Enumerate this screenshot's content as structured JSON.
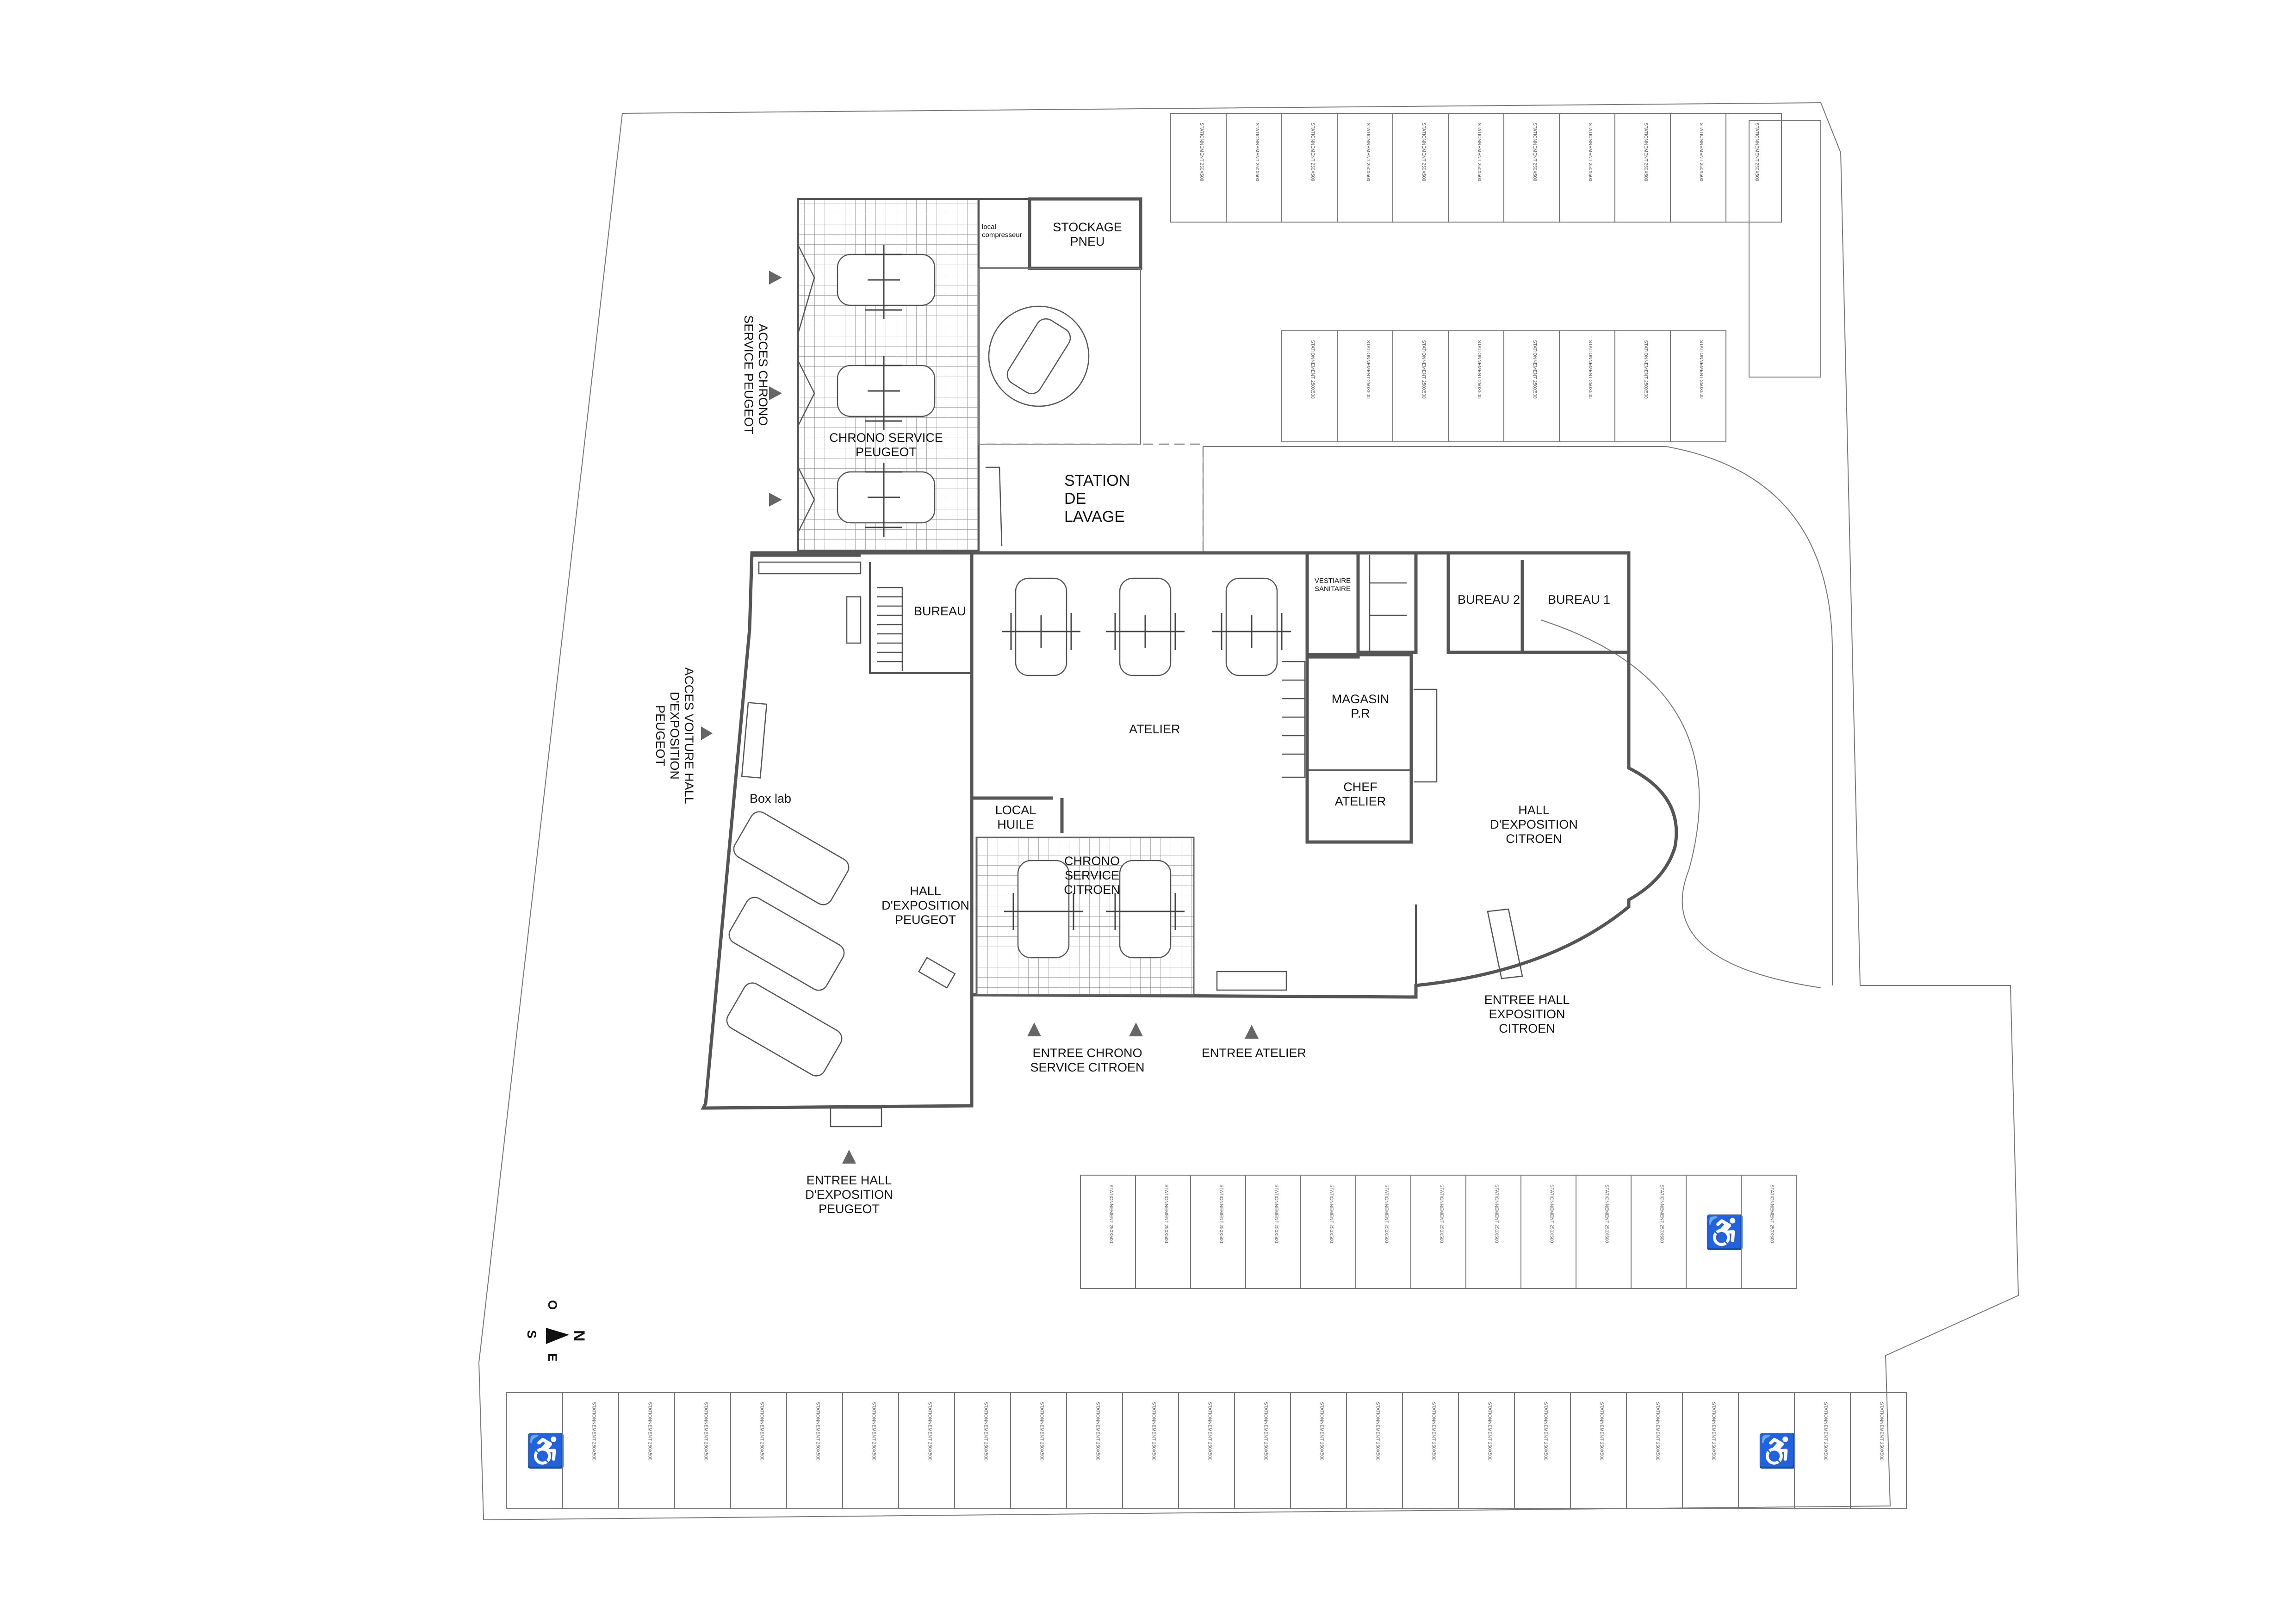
{
  "plan": {
    "rooms": {
      "stockage_pneu": "STOCKAGE\nPNEU",
      "local_compresseur": "local\ncompresseur",
      "chrono_peugeot": "CHRONO SERVICE\nPEUGEOT",
      "station_lavage": "STATION\nDE\nLAVAGE",
      "bureau": "BUREAU",
      "atelier": "ATELIER",
      "vestiaire": "VESTIAIRE\nSANITAIRE",
      "bureau2": "BUREAU 2",
      "bureau1": "BUREAU 1",
      "magasin": "MAGASIN\nP.R",
      "chef_atelier": "CHEF\nATELIER",
      "hall_citroen": "HALL\nD'EXPOSITION\nCITROEN",
      "local_huile": "LOCAL\nHUILE",
      "chrono_citroen": "CHRONO\nSERVICE\nCITROEN",
      "box_lab": "Box lab",
      "hall_peugeot": "HALL\nD'EXPOSITION\nPEUGEOT"
    },
    "access": {
      "acces_chrono_peugeot": "ACCES CHRONO\nSERVICE PEUGEOT",
      "acces_voiture_hall": "ACCES VOITURE HALL\nD'EXPOSITION\nPEUGEOT",
      "entree_chrono_citroen": "ENTREE CHRONO\nSERVICE CITROEN",
      "entree_atelier": "ENTREE ATELIER",
      "entree_hall_citroen": "ENTREE HALL\nEXPOSITION\nCITROEN",
      "entree_hall_peugeot": "ENTREE HALL\nD'EXPOSITION\nPEUGEOT"
    },
    "compass": {
      "n": "N",
      "o": "O",
      "s": "S",
      "e": "E"
    },
    "stall_label": "STATIONNEMENT 250X500"
  }
}
